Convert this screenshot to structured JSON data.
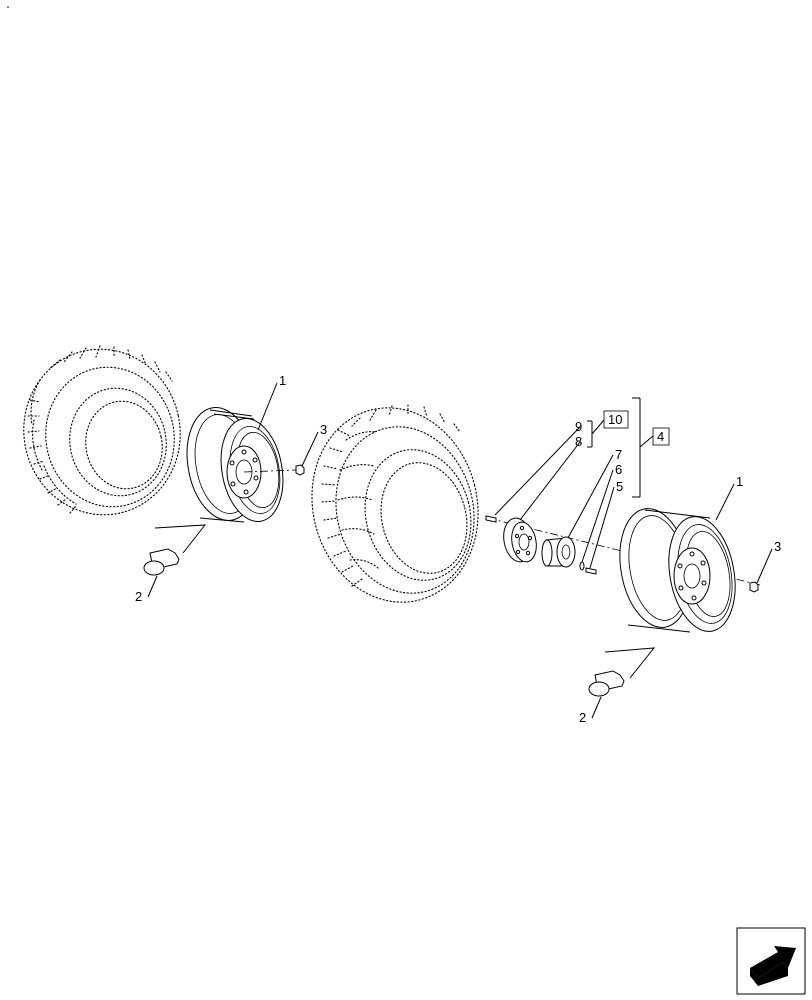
{
  "callouts": {
    "left_rim": "1",
    "left_valve": "2",
    "left_nut": "3",
    "hub_screw": "9",
    "hub": "8",
    "hub_group_box": "10",
    "spacer": "7",
    "washer": "6",
    "bolt": "5",
    "assembly_box": "4",
    "right_rim": "1",
    "right_nut": "3",
    "right_valve": "2"
  },
  "icons": {
    "top_left_mark": "dot",
    "bottom_right": "navigation-arrow-icon"
  }
}
